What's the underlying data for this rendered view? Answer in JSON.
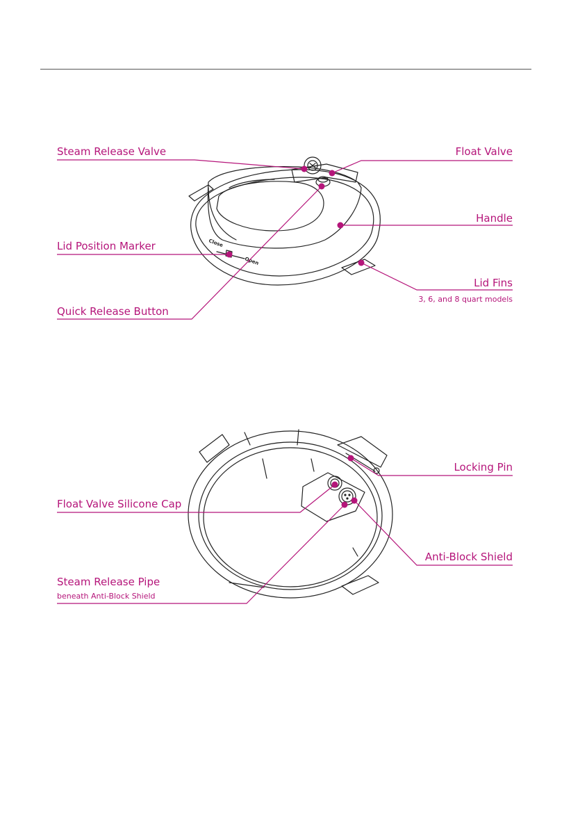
{
  "colors": {
    "accent": "#b5157a",
    "outline": "#222222",
    "rule": "#555555"
  },
  "top_diagram": {
    "labels": {
      "steam_release_valve": "Steam Release Valve",
      "float_valve": "Float Valve",
      "handle": "Handle",
      "lid_position_marker": "Lid Position Marker",
      "lid_fins": "Lid Fins",
      "lid_fins_note": "3, 6, and 8 quart models",
      "quick_release_button": "Quick Release Button"
    },
    "lid_markings": {
      "close": "Close",
      "open": "Open"
    }
  },
  "bottom_diagram": {
    "labels": {
      "locking_pin": "Locking Pin",
      "float_valve_silicone_cap": "Float Valve Silicone Cap",
      "anti_block_shield": "Anti-Block Shield",
      "steam_release_pipe": "Steam Release Pipe",
      "steam_release_pipe_note": "beneath Anti-Block Shield"
    }
  }
}
